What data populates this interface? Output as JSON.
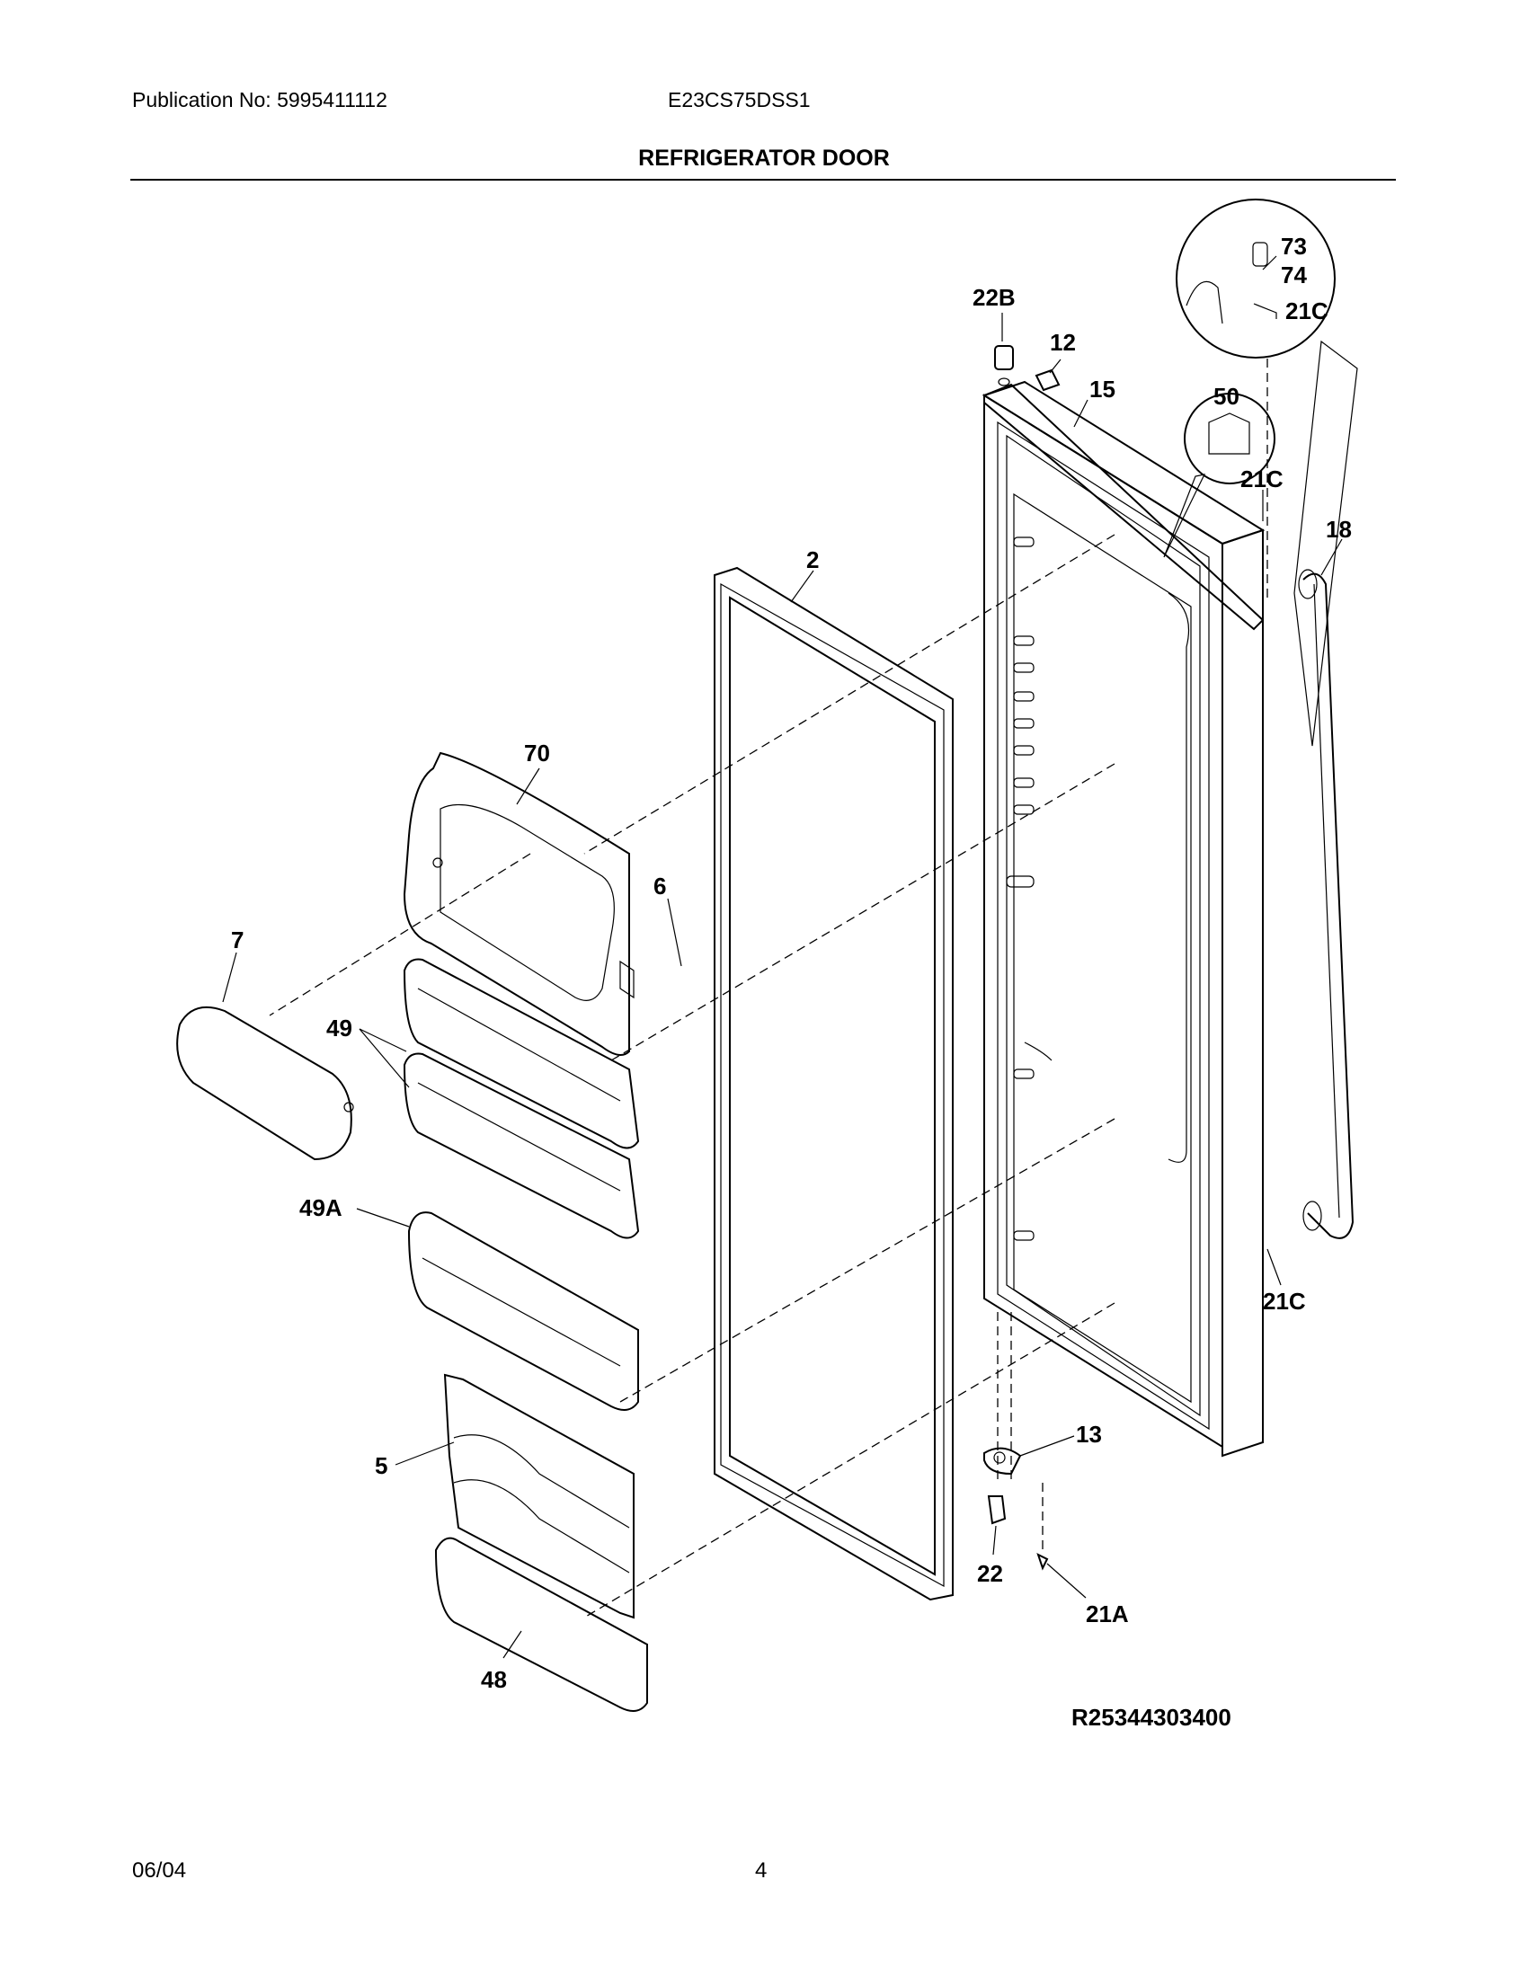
{
  "header": {
    "publication": "Publication No: 5995411112",
    "model": "E23CS75DSS1",
    "title": "REFRIGERATOR DOOR"
  },
  "callouts": {
    "c2": "2",
    "c5": "5",
    "c6": "6",
    "c7": "7",
    "c12": "12",
    "c13": "13",
    "c15": "15",
    "c18": "18",
    "c21a": "21A",
    "c21c_top": "21C",
    "c21c_mid": "21C",
    "c21c_bot": "21C",
    "c22": "22",
    "c22b": "22B",
    "c48": "48",
    "c49": "49",
    "c49a": "49A",
    "c50": "50",
    "c70": "70",
    "c73": "73",
    "c74": "74"
  },
  "reference_code": "R25344303400",
  "footer": {
    "date": "06/04",
    "page": "4"
  }
}
